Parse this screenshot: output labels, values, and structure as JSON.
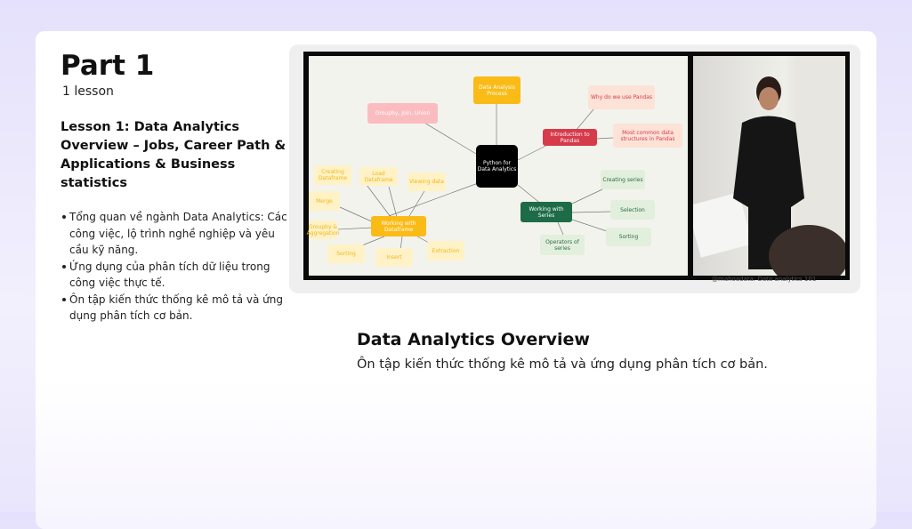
{
  "part": {
    "title": "Part 1",
    "lesson_count": "1 lesson"
  },
  "lesson": {
    "title": "Lesson 1: Data Analytics Overview – Jobs, Career Path & Applications & Business statistics",
    "bullets": [
      "Tổng quan về ngành Data Analytics: Các công việc, lộ trình nghề nghiệp và yêu cầu kỹ năng.",
      "Ứng dụng của phân tích dữ liệu trong công việc thực tế.",
      "Ôn tập kiến thức thống kê mô tả và ứng dụng phân tích cơ bản."
    ]
  },
  "video": {
    "caption": "@mahoadata: Data analytics 101",
    "mindmap": {
      "center": "Python for Data Analytics",
      "process": "Data Analysis Process",
      "groupby_join": "Groupby, Join, Union",
      "intro": "Introduction to Pandas",
      "why": "Why do we use Pandas",
      "common": "Most common data structures in Pandas",
      "df": "Working with Dataframe",
      "creating_df": "Creating Dataframe",
      "load_df": "Load Dataframe",
      "viewing": "Viewing data",
      "merge": "Merge",
      "groupby_agg": "Groupby & Aggregation",
      "sorting_df": "Sorting",
      "insert": "Insert",
      "extraction": "Extraction",
      "series": "Working with Series",
      "creating_series": "Creating series",
      "selection": "Selection",
      "sorting_series": "Sorting",
      "operators": "Operators of series"
    }
  },
  "content": {
    "title": "Data Analytics Overview",
    "subtitle": "Ôn tập kiến thức thống kê mô tả và ứng dụng phân tích cơ bản."
  }
}
